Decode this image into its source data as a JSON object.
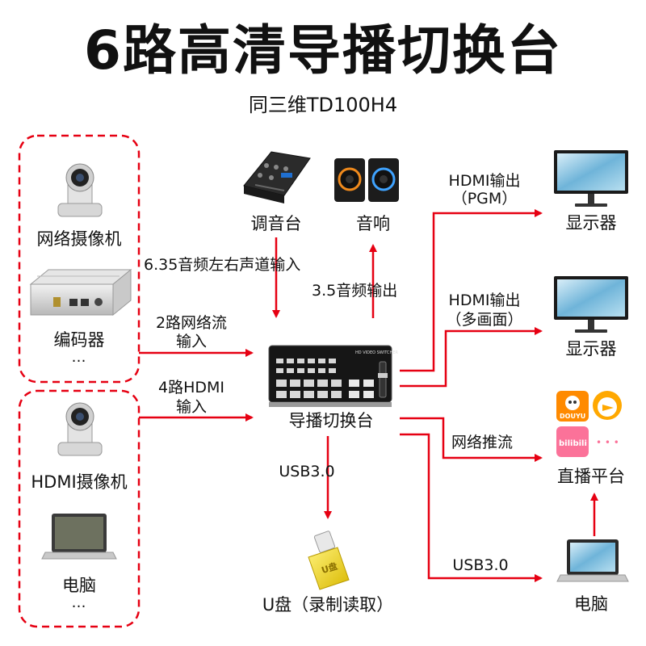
{
  "title": "6路高清导播切换台",
  "subtitle": "同三维TD100H4",
  "devices": {
    "network_camera": "网络摄像机",
    "encoder": "编码器",
    "more_top": "…",
    "hdmi_camera": "HDMI摄像机",
    "pc_left": "电脑",
    "more_bottom": "…",
    "mixer": "调音台",
    "speaker": "音响",
    "switcher": "导播切换台",
    "udisk": "U盘（录制读取）",
    "monitor1": "显示器",
    "monitor2": "显示器",
    "live_platform": "直播平台",
    "pc_right": "电脑"
  },
  "edges": {
    "audio_in": "6.35音频左右声道输入",
    "audio_out": "3.5音频输出",
    "stream_in_line1": "2路网络流",
    "stream_in_line2": "输入",
    "hdmi_in_line1": "4路HDMI",
    "hdmi_in_line2": "输入",
    "usb_down": "USB3.0",
    "hdmi_pgm_line1": "HDMI输出",
    "hdmi_pgm_line2": "（PGM）",
    "hdmi_multi_line1": "HDMI输出",
    "hdmi_multi_line2": "（多画面）",
    "net_push": "网络推流",
    "usb_right": "USB3.0"
  },
  "platform_logos": {
    "douyu": "DOUYU",
    "bilibili": "bilibili",
    "more": "• • •"
  },
  "switcher_panel_text": "HD VIDEO SWITCHER",
  "udisk_text": "U盘",
  "colors": {
    "arrow": "#e60012",
    "dashed_border": "#e60012",
    "text": "#111111"
  }
}
